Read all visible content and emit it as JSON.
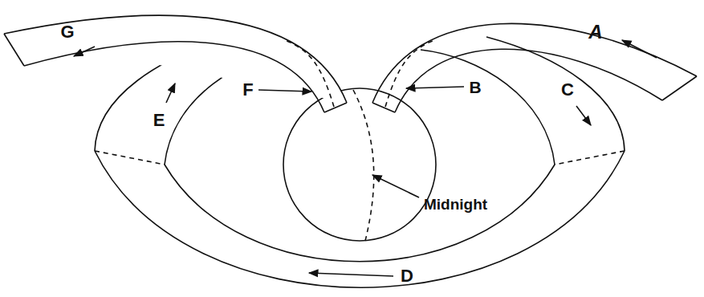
{
  "diagram": {
    "labels": [
      "A",
      "B",
      "C",
      "D",
      "E",
      "F",
      "G",
      "Midnight"
    ]
  }
}
